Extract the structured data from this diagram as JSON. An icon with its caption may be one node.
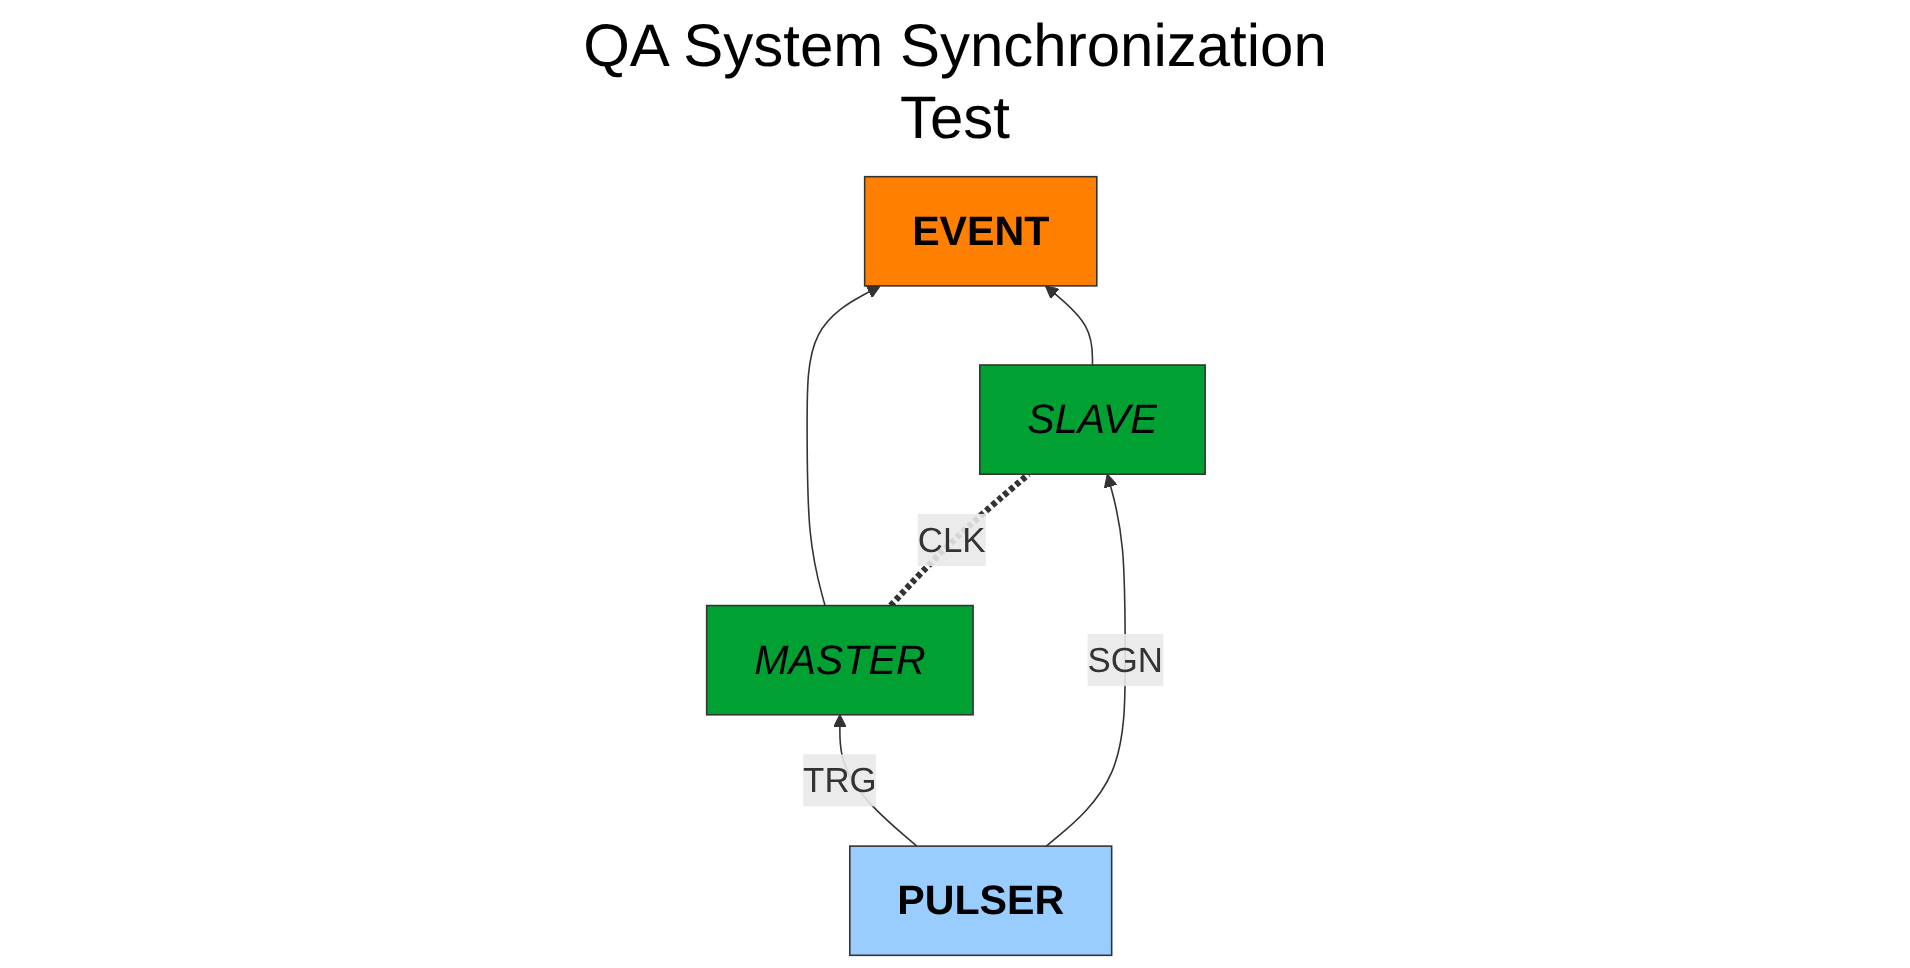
{
  "diagram": {
    "title": "QA System Synchronization Test",
    "nodes": [
      {
        "text": [
          "EVENT"
        ]
      },
      {
        "text": [
          "MASTER"
        ]
      },
      {
        "text": [
          "SLAVE"
        ]
      },
      {
        "text": [
          "PULSER"
        ]
      }
    ],
    "edges": [
      {
        "from": 1,
        "to": 0,
        "arrow": "to"
      },
      {
        "from": 2,
        "to": 0,
        "arrow": "to"
      },
      {
        "from": 1,
        "to": 2,
        "arrow": "none",
        "label": "CLK",
        "style": "dashed"
      },
      {
        "from": 3,
        "to": 1,
        "arrow": "to",
        "label": "TRG"
      },
      {
        "from": 3,
        "to": 2,
        "arrow": "to",
        "label": "SGN"
      }
    ]
  }
}
